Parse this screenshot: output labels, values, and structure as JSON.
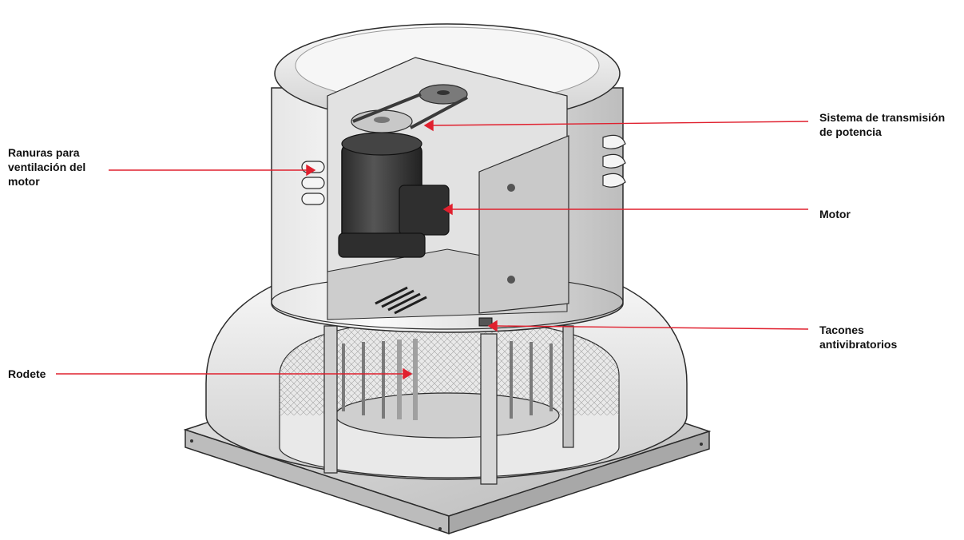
{
  "colors": {
    "leader": "#e0202e",
    "label": "#111111",
    "outline": "#2b2b2b",
    "metal_light": "#f2f2f2",
    "metal_mid": "#d4d4d4",
    "metal_dark": "#9a9a9a",
    "motor": "#3a3a3a"
  },
  "labels": {
    "ventilation_slots": [
      "Ranuras para",
      "ventilación del",
      "motor"
    ],
    "transmission": [
      "Sistema de transmisión",
      "de potencia"
    ],
    "motor": [
      "Motor"
    ],
    "anti_vibration": [
      "Tacones",
      "antivibratorios"
    ],
    "impeller": [
      "Rodete"
    ]
  }
}
